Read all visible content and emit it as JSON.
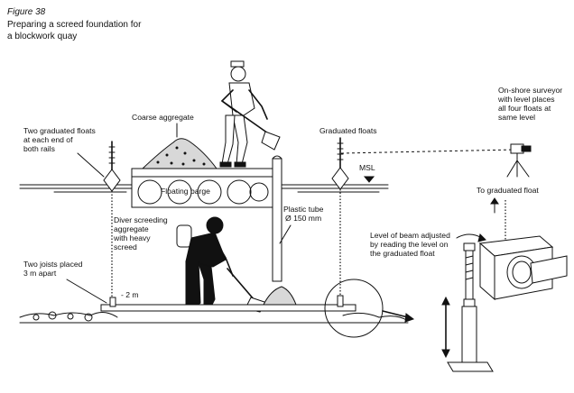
{
  "title": {
    "figure_number": "Figure 38",
    "caption_line1": "Preparing a screed foundation for",
    "caption_line2": "a blockwork quay"
  },
  "labels": {
    "coarse_aggregate": "Coarse aggregate",
    "two_floats": [
      "Two graduated floats",
      "at each end of",
      "both rails"
    ],
    "graduated_floats": "Graduated floats",
    "msl": "MSL",
    "floating_barge": "Floating barge",
    "surveyor": [
      "On-shore surveyor",
      "with level places",
      "all four floats at",
      "same level"
    ],
    "to_graduated_float": "To graduated float",
    "diver": [
      "Diver screeding",
      "aggregate",
      "with heavy",
      "screed"
    ],
    "plastic_tube": [
      "Plastic tube",
      "Ø 150 mm"
    ],
    "level_adjust": [
      "Level of beam adjusted",
      "by reading the level on",
      "the graduated float"
    ],
    "joists": [
      "Two joists placed",
      "3 m apart"
    ],
    "spacing": "- 2 m"
  }
}
